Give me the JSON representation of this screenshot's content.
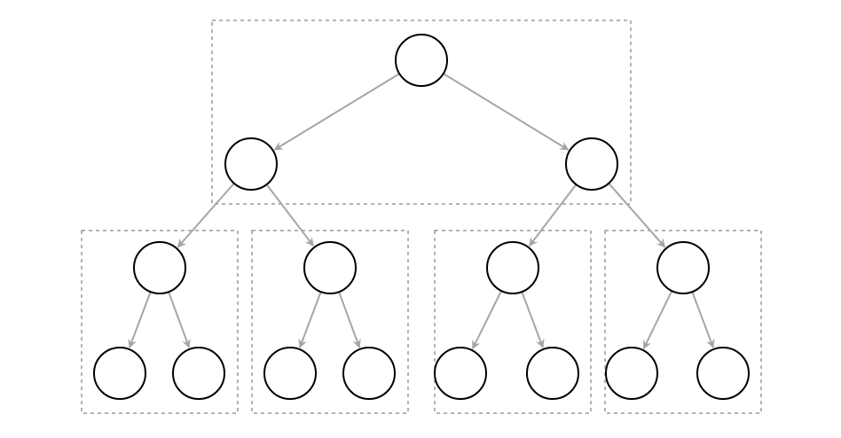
{
  "colors": {
    "background": "#ffffff",
    "node_stroke": "#000000",
    "node_fill": "#ffffff",
    "edge": "#a6a6a6",
    "group_border": "#9a9a9a"
  },
  "diagram": {
    "type": "binary-tree",
    "depth": 4,
    "node_count": 15,
    "edge_count": 14,
    "group_count": 5,
    "labels": []
  }
}
